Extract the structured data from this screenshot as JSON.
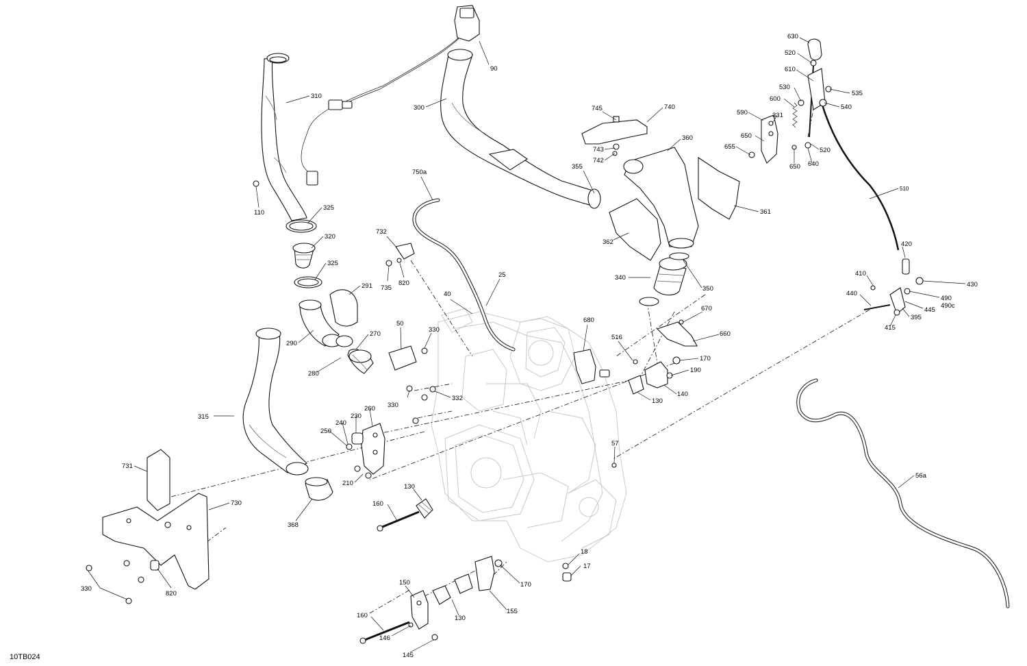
{
  "diagram": {
    "code": "10TB024",
    "callouts": [
      {
        "id": "90",
        "text": "90"
      },
      {
        "id": "310",
        "text": "310"
      },
      {
        "id": "300",
        "text": "300"
      },
      {
        "id": "110",
        "text": "110"
      },
      {
        "id": "325a",
        "text": "325"
      },
      {
        "id": "320",
        "text": "320"
      },
      {
        "id": "325b",
        "text": "325"
      },
      {
        "id": "291",
        "text": "291"
      },
      {
        "id": "290",
        "text": "290"
      },
      {
        "id": "270",
        "text": "270"
      },
      {
        "id": "280",
        "text": "280"
      },
      {
        "id": "315",
        "text": "315"
      },
      {
        "id": "368",
        "text": "368"
      },
      {
        "id": "745",
        "text": "745"
      },
      {
        "id": "740",
        "text": "740"
      },
      {
        "id": "743",
        "text": "743"
      },
      {
        "id": "742",
        "text": "742"
      },
      {
        "id": "360",
        "text": "360"
      },
      {
        "id": "355",
        "text": "355"
      },
      {
        "id": "361",
        "text": "361"
      },
      {
        "id": "362",
        "text": "362"
      },
      {
        "id": "340",
        "text": "340"
      },
      {
        "id": "350",
        "text": "350"
      },
      {
        "id": "750a",
        "text": "750a"
      },
      {
        "id": "732",
        "text": "732"
      },
      {
        "id": "735",
        "text": "735"
      },
      {
        "id": "820a",
        "text": "820"
      },
      {
        "id": "25",
        "text": "25"
      },
      {
        "id": "40",
        "text": "40"
      },
      {
        "id": "50",
        "text": "50"
      },
      {
        "id": "330a",
        "text": "330"
      },
      {
        "id": "330b",
        "text": "330"
      },
      {
        "id": "332",
        "text": "332"
      },
      {
        "id": "680",
        "text": "680"
      },
      {
        "id": "516",
        "text": "516"
      },
      {
        "id": "670",
        "text": "670"
      },
      {
        "id": "660",
        "text": "660"
      },
      {
        "id": "170a",
        "text": "170"
      },
      {
        "id": "190",
        "text": "190"
      },
      {
        "id": "140",
        "text": "140"
      },
      {
        "id": "130a",
        "text": "130"
      },
      {
        "id": "260",
        "text": "260"
      },
      {
        "id": "230",
        "text": "230"
      },
      {
        "id": "240",
        "text": "240"
      },
      {
        "id": "250",
        "text": "250"
      },
      {
        "id": "210",
        "text": "210"
      },
      {
        "id": "57",
        "text": "57"
      },
      {
        "id": "130b",
        "text": "130"
      },
      {
        "id": "160a",
        "text": "160"
      },
      {
        "id": "731",
        "text": "731"
      },
      {
        "id": "730",
        "text": "730"
      },
      {
        "id": "330c",
        "text": "330"
      },
      {
        "id": "820b",
        "text": "820"
      },
      {
        "id": "18",
        "text": "18"
      },
      {
        "id": "17",
        "text": "17"
      },
      {
        "id": "170b",
        "text": "170"
      },
      {
        "id": "150",
        "text": "150"
      },
      {
        "id": "155",
        "text": "155"
      },
      {
        "id": "130c",
        "text": "130"
      },
      {
        "id": "160b",
        "text": "160"
      },
      {
        "id": "146",
        "text": "146"
      },
      {
        "id": "145",
        "text": "145"
      },
      {
        "id": "630",
        "text": "630"
      },
      {
        "id": "520a",
        "text": "520"
      },
      {
        "id": "610",
        "text": "610"
      },
      {
        "id": "530",
        "text": "530"
      },
      {
        "id": "535",
        "text": "535"
      },
      {
        "id": "600",
        "text": "600"
      },
      {
        "id": "540",
        "text": "540"
      },
      {
        "id": "590",
        "text": "590"
      },
      {
        "id": "331",
        "text": "331"
      },
      {
        "id": "650a",
        "text": "650"
      },
      {
        "id": "655",
        "text": "655"
      },
      {
        "id": "650b",
        "text": "650"
      },
      {
        "id": "640",
        "text": "640"
      },
      {
        "id": "520b",
        "text": "520"
      },
      {
        "id": "510",
        "text": "510"
      },
      {
        "id": "420",
        "text": "420"
      },
      {
        "id": "410",
        "text": "410"
      },
      {
        "id": "430",
        "text": "430"
      },
      {
        "id": "440",
        "text": "440"
      },
      {
        "id": "490",
        "text": "490"
      },
      {
        "id": "490c",
        "text": "490c"
      },
      {
        "id": "445",
        "text": "445"
      },
      {
        "id": "395",
        "text": "395"
      },
      {
        "id": "415",
        "text": "415"
      },
      {
        "id": "56a",
        "text": "56a"
      }
    ]
  }
}
